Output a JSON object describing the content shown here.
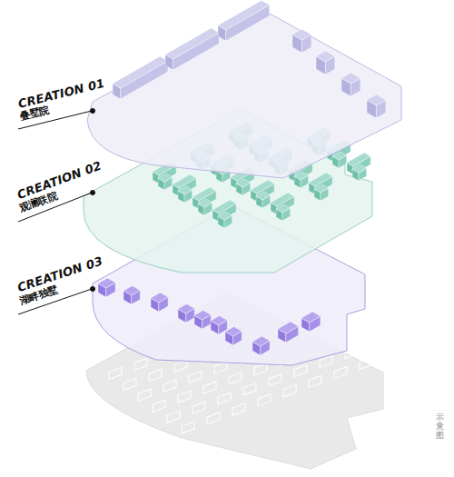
{
  "diagram": {
    "labels": [
      "CREATION 01",
      "叠墅院",
      "CREATION 02",
      "观澜联院",
      "CREATION 03",
      "湖畔独墅",
      "示意图"
    ]
  }
}
